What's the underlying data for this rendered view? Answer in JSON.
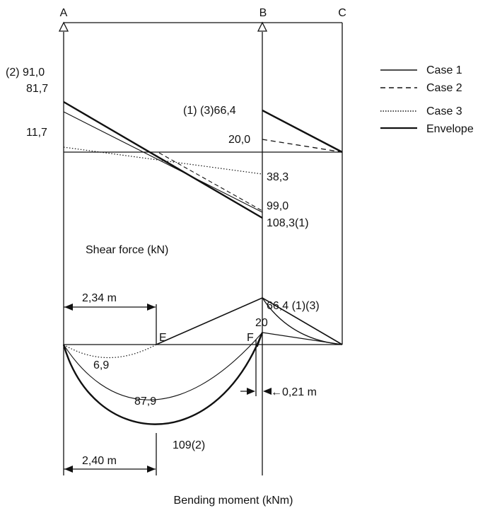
{
  "supports": {
    "a": "A",
    "b": "B",
    "c": "C"
  },
  "legend": [
    {
      "label": "Case 1",
      "style": "solid"
    },
    {
      "label": "Case 2",
      "style": "dashed"
    },
    {
      "label": "Case 3",
      "style": "dotted"
    },
    {
      "label": "Envelope",
      "style": "solid-thick"
    }
  ],
  "shear": {
    "caption": "Shear force (kN)",
    "left_case2": "(2) 91,0",
    "left_case1": "81,7",
    "left_case3": "11,7",
    "b_left_case3": "38,3",
    "b_left_case2": "99,0",
    "b_left_case1": "108,3(1)",
    "b_right_top": "(1) (3)66,4",
    "b_right_case2": "20,0"
  },
  "moment": {
    "caption": "Bending moment (kNm)",
    "dim_top": "2,34 m",
    "point_e": "E",
    "point_f": "F",
    "b_peak": "66,4 (1)(3)",
    "b_case2": "20",
    "case3_min": "6,9",
    "case1_min": "87,9",
    "case2_min": "109(2)",
    "dim_bottom": "2,40 m",
    "dim_right": "←0,21 m"
  },
  "colors": {
    "ink": "#111111",
    "background": "#ffffff"
  }
}
